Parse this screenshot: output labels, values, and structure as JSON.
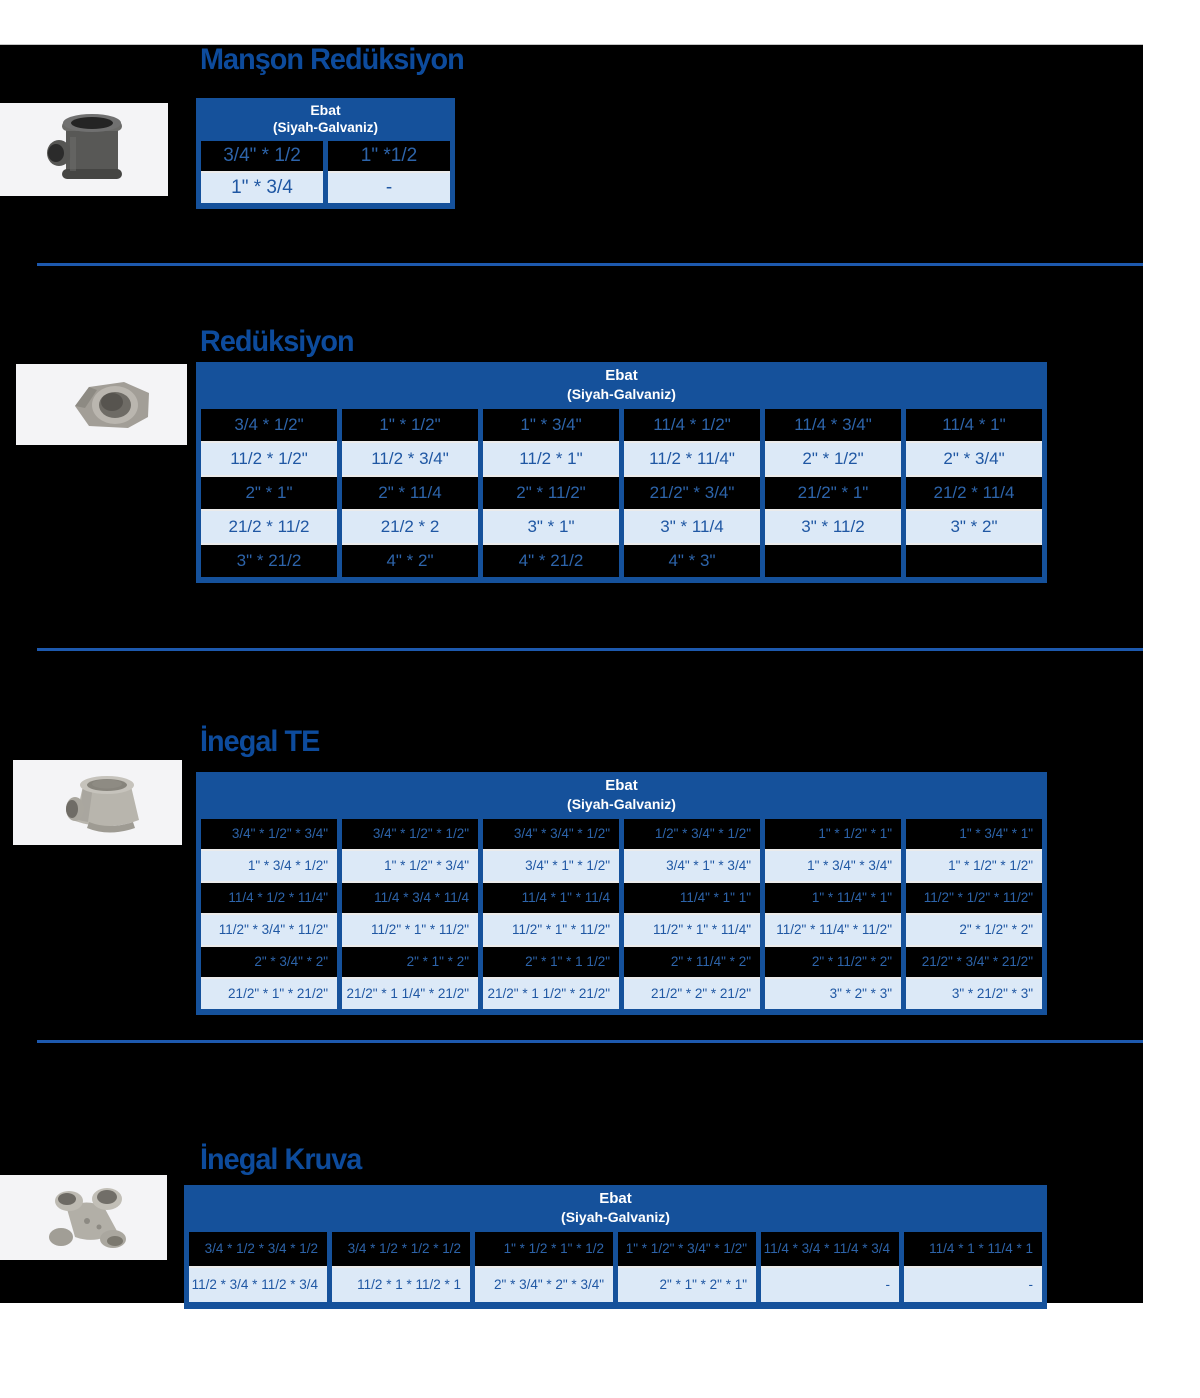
{
  "page": {
    "background": "#ffffff",
    "content_background": "#000000"
  },
  "colors": {
    "header_blue": "#15519b",
    "divider_blue": "#1d59ae",
    "title_blue": "#0d4b9c",
    "light_row": "#dce9f7",
    "dark_row": "#000000",
    "cell_text_blue": "#2d64aa",
    "header_text": "#ffffff"
  },
  "sections": [
    {
      "title": "Manşon Redüksiyon",
      "product_image": "black-reducing-socket-photo",
      "table": {
        "header_line1": "Ebat",
        "header_line2": "(Siyah-Galvaniz)",
        "rows": [
          [
            "3/4\" * 1/2",
            "1\" *1/2"
          ],
          [
            "1\" * 3/4",
            "-"
          ]
        ]
      }
    },
    {
      "title": "Redüksiyon",
      "product_image": "reducing-bushing-photo",
      "table": {
        "header_line1": "Ebat",
        "header_line2": "(Siyah-Galvaniz)",
        "rows": [
          [
            "3/4 * 1/2\"",
            "1\" * 1/2\"",
            "1\" * 3/4\"",
            "11/4 * 1/2\"",
            "11/4 * 3/4\"",
            "11/4 * 1\""
          ],
          [
            "11/2 * 1/2\"",
            "11/2 * 3/4\"",
            "11/2 * 1\"",
            "11/2 * 11/4\"",
            "2\" * 1/2\"",
            "2\" * 3/4\""
          ],
          [
            "2\" * 1\"",
            "2\" * 11/4",
            "2\" * 11/2\"",
            "21/2\" * 3/4\"",
            "21/2\" * 1\"",
            "21/2 * 11/4"
          ],
          [
            "21/2 * 11/2",
            "21/2 * 2",
            "3\" * 1\"",
            "3\" * 11/4",
            "3\" * 11/2",
            "3\" * 2\""
          ],
          [
            "3\" * 21/2",
            "4\" * 2\"",
            "4\" * 21/2",
            "4\" * 3\"",
            "",
            ""
          ]
        ]
      }
    },
    {
      "title": "İnegal TE",
      "product_image": "galvanized-reducing-tee-photo",
      "table": {
        "header_line1": "Ebat",
        "header_line2": "(Siyah-Galvaniz)",
        "rows": [
          [
            "3/4\" * 1/2\" * 3/4\"",
            "3/4\" * 1/2\" * 1/2\"",
            "3/4\" * 3/4\" * 1/2\"",
            "1/2\" * 3/4\" * 1/2\"",
            "1\" * 1/2\" * 1\"",
            "1\" * 3/4\" * 1\""
          ],
          [
            "1\" * 3/4 * 1/2\"",
            "1\" * 1/2\" * 3/4\"",
            "3/4\" * 1\" * 1/2\"",
            "3/4\" * 1\" * 3/4\"",
            "1\" * 3/4\" * 3/4\"",
            "1\" * 1/2\" * 1/2\""
          ],
          [
            "11/4 * 1/2 * 11/4\"",
            "11/4 * 3/4 * 11/4",
            "11/4 * 1\" * 11/4",
            "11/4\" * 1\" 1\"",
            "1\" * 11/4\" * 1\"",
            "11/2\" * 1/2\" * 11/2\""
          ],
          [
            "11/2\" * 3/4\" * 11/2\"",
            "11/2\" * 1\" * 11/2\"",
            "11/2\" * 1\" * 11/2\"",
            "11/2\" * 1\" * 11/4\"",
            "11/2\" * 11/4\" * 11/2\"",
            "2\" * 1/2\" * 2\""
          ],
          [
            "2\" * 3/4\" * 2\"",
            "2\" * 1\" * 2\"",
            "2\" * 1\" * 1 1/2\"",
            "2\" * 11/4\" * 2\"",
            "2\" * 11/2\" * 2\"",
            "21/2\" * 3/4\" * 21/2\""
          ],
          [
            "21/2\" * 1\" * 21/2\"",
            "21/2\" * 1 1/4\" * 21/2\"",
            "21/2\" * 1 1/2\" * 21/2\"",
            "21/2\" * 2\" * 21/2\"",
            "3\" * 2\" * 3\"",
            "3\" * 21/2\" * 3\""
          ]
        ]
      }
    },
    {
      "title": "İnegal Kruva",
      "product_image": "galvanized-cross-photo",
      "table": {
        "header_line1": "Ebat",
        "header_line2": "(Siyah-Galvaniz)",
        "rows": [
          [
            "3/4 * 1/2 * 3/4 * 1/2",
            "3/4 * 1/2 * 1/2 * 1/2",
            "1\" * 1/2 * 1\" * 1/2",
            "1\" * 1/2\" * 3/4\" * 1/2\"",
            "11/4 * 3/4 * 11/4 * 3/4",
            "11/4 * 1 * 11/4 * 1"
          ],
          [
            "11/2 * 3/4 * 11/2 * 3/4",
            "11/2 * 1 * 11/2 * 1",
            "2\" * 3/4\" * 2\" * 3/4\"",
            "2\" * 1\" * 2\" * 1\"",
            "-",
            "-"
          ]
        ]
      }
    }
  ]
}
